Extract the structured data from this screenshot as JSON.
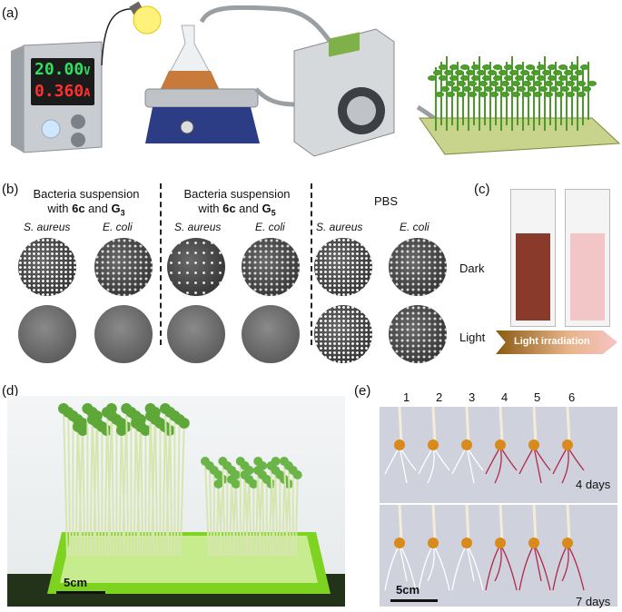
{
  "panel_labels": {
    "a": "(a)",
    "b": "(b)",
    "c": "(c)",
    "d": "(d)",
    "e": "(e)"
  },
  "panel_a": {
    "psu_voltage": "20.00",
    "psu_voltage_unit": "V",
    "psu_current": "0.360",
    "psu_current_unit": "A"
  },
  "panel_b": {
    "groups": [
      {
        "heading": [
          "Bacteria suspension",
          "with ",
          "6c",
          " and ",
          "G",
          "3"
        ]
      },
      {
        "heading": [
          "Bacteria suspension",
          "with ",
          "6c",
          " and ",
          "G",
          "5"
        ]
      },
      {
        "heading": [
          "PBS"
        ]
      }
    ],
    "organisms": [
      "S. aureus",
      "E. coli"
    ],
    "row_labels": [
      "Dark",
      "Light"
    ]
  },
  "panel_c": {
    "arrow_label": "Light irradiation"
  },
  "panel_d": {
    "scale_bar": "5cm"
  },
  "panel_e": {
    "seedling_numbers": [
      "1",
      "2",
      "3",
      "4",
      "5",
      "6"
    ],
    "time_labels": [
      "4 days",
      "7 days"
    ],
    "scale_bar": "5cm"
  },
  "colors": {
    "psu_green": "#2ee060",
    "psu_red": "#ff3030",
    "liquid": "#c87a3a",
    "tray_green": "#7ed321",
    "cuvette_dark": "#8a3a2a",
    "cuvette_light": "#f2c6c6",
    "arrow_start": "#8a5a10",
    "arrow_end": "#f6c4c4"
  }
}
